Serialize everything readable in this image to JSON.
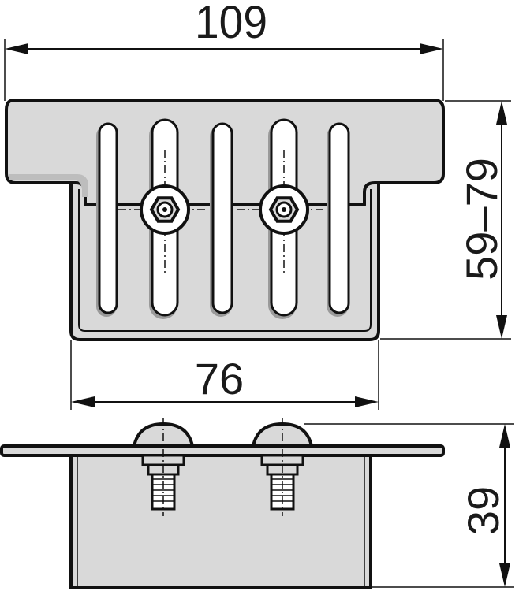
{
  "dimensions": {
    "overall_width": "109",
    "height_range": "59–79",
    "body_width": "76",
    "side_height": "39"
  },
  "colors": {
    "line": "#111111",
    "fill": "#d9d9d9",
    "shadow": "#9a9a9a",
    "background": "#ffffff"
  }
}
